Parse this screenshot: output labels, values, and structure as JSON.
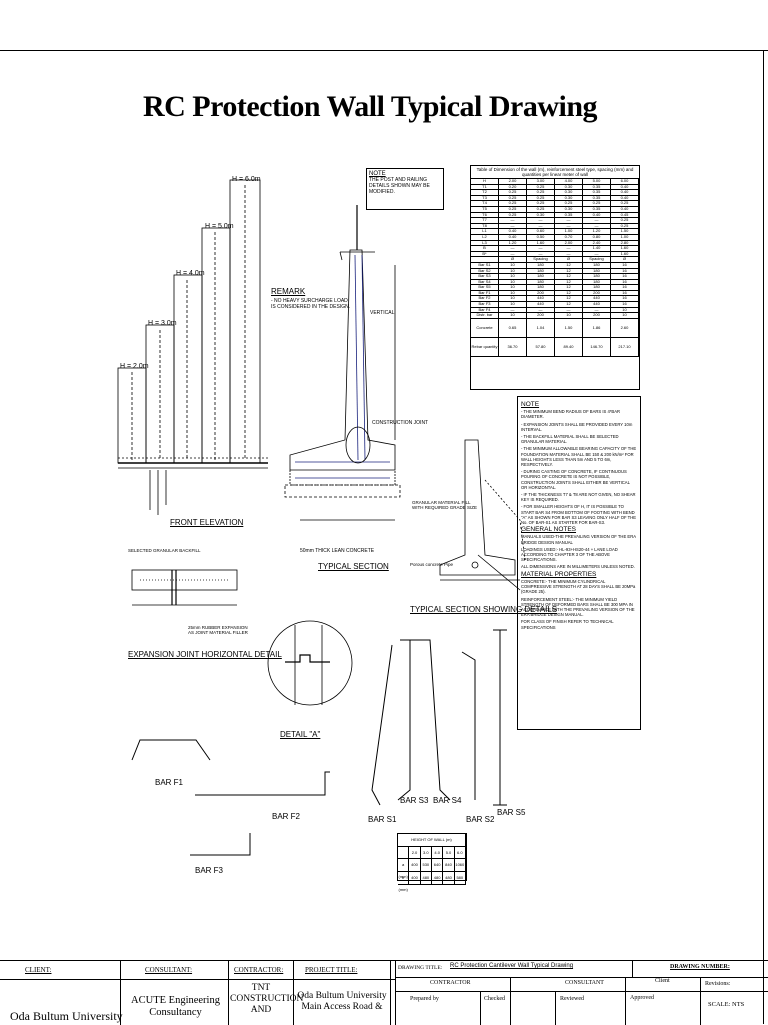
{
  "title": "RC Protection Wall Typical Drawing",
  "labels": {
    "front_elevation": "FRONT ELEVATION",
    "typical_section": "TYPICAL SECTION",
    "typical_section_details": "TYPICAL SECTION SHOWING DETAILS",
    "expansion_joint": "EXPANSION JOINT HORIZONTAL DETAIL",
    "detail_a": "DETAIL \"A\"",
    "bar_f1": "BAR F1",
    "bar_f2": "BAR F2",
    "bar_f3": "BAR F3",
    "bar_s1": "BAR S1",
    "bar_s2": "BAR S2",
    "bar_s3": "BAR S3",
    "bar_s4": "BAR S4",
    "bar_s5": "BAR S5",
    "remark": "REMARK",
    "remark_text": "- NO HEAVY SURCHARGE LOAD IS CONSIDERED IN THE DESIGN.",
    "vertical": "VERTICAL",
    "construction_joint": "CONSTRUCTION JOINT",
    "granular_fill": "GRANULAR MATERIAL FILL WITH REQUIRED GRADE SIZE",
    "lean_concrete": "50mm THICK LEAN CONCRETE",
    "porous_concrete": "Porous concrete Pipe",
    "selected_backfill": "SELECTED GRANULAR BACKFILL",
    "rubber_expansion": "25mm RUBBER EXPANSION AS JOINT MATERIAL FILLER"
  },
  "note": {
    "heading": "NOTE",
    "text": "THE POST AND RAILING DETAILS SHOWN MAY BE MODIFIED."
  },
  "heights": [
    "H = 2.0m",
    "H = 3.0m",
    "H = 4.0m",
    "H = 5.0m",
    "H = 6.0m"
  ],
  "dim_table": {
    "caption": "Table of Dimension of the wall (m), reinforcement steel type, spacing (mm) and quantities per linear meter of wall",
    "rows": [
      [
        "H",
        "2.00",
        "3.00",
        "4.00",
        "5.00",
        "6.00"
      ],
      [
        "T1",
        "0.20",
        "0.25",
        "0.30",
        "0.35",
        "0.40"
      ],
      [
        "T2",
        "0.25",
        "0.25",
        "0.30",
        "0.35",
        "0.40"
      ],
      [
        "T3",
        "0.25",
        "0.25",
        "0.30",
        "0.35",
        "0.40"
      ],
      [
        "T4",
        "0.25",
        "0.25",
        "0.25",
        "0.25",
        "0.25"
      ],
      [
        "T5",
        "0.25",
        "0.25",
        "0.30",
        "0.35",
        "0.40"
      ],
      [
        "T6",
        "0.25",
        "0.30",
        "0.35",
        "0.40",
        "0.45"
      ],
      [
        "T7",
        "—",
        "—",
        "—",
        "—",
        "0.25"
      ],
      [
        "T8",
        "—",
        "—",
        "—",
        "—",
        "0.25"
      ],
      [
        "L1",
        "0.40",
        "0.60",
        "1.00",
        "1.20",
        "1.50"
      ],
      [
        "L2",
        "0.40",
        "0.50",
        "0.70",
        "0.80",
        "1.00"
      ],
      [
        "L3",
        "1.20",
        "1.60",
        "2.00",
        "2.40",
        "2.80"
      ],
      [
        "B",
        "—",
        "—",
        "—",
        "1.40",
        "1.60"
      ],
      [
        "B*",
        "—",
        "—",
        "—",
        "—",
        "1.60"
      ],
      [
        "",
        "Ø",
        "Spacing",
        "Ø",
        "Spacing",
        "Ø"
      ],
      [
        "Bar S1",
        "10",
        "180",
        "12",
        "180",
        "16"
      ],
      [
        "Bar S2",
        "10",
        "180",
        "12",
        "180",
        "16"
      ],
      [
        "Bar S3",
        "10",
        "180",
        "12",
        "180",
        "16"
      ],
      [
        "Bar S4",
        "10",
        "180",
        "12",
        "180",
        "16"
      ],
      [
        "Bar S5",
        "10",
        "180",
        "12",
        "180",
        "16"
      ],
      [
        "Bar F1",
        "10",
        "200",
        "12",
        "200",
        "16"
      ],
      [
        "Bar F2",
        "10",
        "440",
        "12",
        "440",
        "16"
      ],
      [
        "Bar F3",
        "10",
        "440",
        "12",
        "440",
        "16"
      ],
      [
        "Bar F4",
        "—",
        "—",
        "—",
        "—",
        "10"
      ],
      [
        "Distr. bar",
        "10",
        "200",
        "10",
        "200",
        "10"
      ]
    ],
    "concrete": [
      "Concrete quantity (cum/m)",
      "0.65",
      "1.04",
      "1.50",
      "1.86",
      "2.60"
    ],
    "rebar": [
      "Rebar quantity (kg/m)",
      "36.70",
      "57.80",
      "89.40",
      "146.70",
      "217.10"
    ]
  },
  "notes_panel": {
    "heading": "NOTE",
    "items": [
      "- THE MINIMUM BEND RADIUS OF BARS IS 4*BAR DIAMETER.",
      "- EXPANSION JOINTS SHALL BE PROVIDED EVERY 10m INTERVAL.",
      "- THE BACKFILL MATERIAL SHALL BE SELECTED GRANULAR MATERIAL.",
      "- THE MINIMUM ALLOWABLE BEARING CAPACITY OF THE FOUNDATION MATERIAL SHALL BE 150 & 200 kN/m² FOR WALL HEIGHTS LESS THAN 5m AND 5 TO 6m, RESPECTIVELY.",
      "- DURING CASTING OF CONCRETE, IF CONTINUOUS POURING OF CONCRETE IS NOT POSSIBLE, CONSTRUCTION JOINTS SHALL EITHER BE VERTICAL OR HORIZONTAL.",
      "- IF THE THICKNESS T7 & T8 ARE NOT GIVEN, NO SHEAR KEY IS REQUIRED.",
      "- FOR SMALLER HEIGHTS OF H, IT IS POSSIBLE TO START BAR S4 FROM BOTTOM OF FOOTING WITH BEND \"A\" AS SHOWN FOR BAR S3 LEAVING ONLY HALF OF THE No. OF BAR-S1 AS STARTER FOR BAR-S3."
    ],
    "general_heading": "GENERAL NOTES",
    "general_items": [
      "MANUALS USED-THE PREVAILING VERSION OF THE ERA BRIDGE DESIGN MANUAL",
      "LOADINGS USED:- HL-93+HS20-44 + LANE LOAD ACCORDING TO CHAPTER 3 OF THE ABOVE SPECIFICATIONS.",
      "ALL DIMENSIONS ARE IN MILLIMETERS UNLESS NOTED."
    ],
    "material_heading": "MATERIAL PROPERTIES",
    "material_items": [
      "CONCRETE:- THE MINIMUM CYLINDRICAL COMPRESSIVE STRENGTH AT 28 DAYS SHALL BE 20MPa (GRADE 25).",
      "REINFORCEMENT STEEL:- THE MINIMUM YIELD STRENGTH OF DEFORMED BARS SHALL BE 300 MPA IN ACCORDANCE WITH THE PREVAILING VERSION OF THE ERA BRIDGE DESIGN MANUAL.",
      "FOR CLASS OF FINISH REFER TO TECHNICAL SPECIFICATIONS"
    ]
  },
  "bars_table": {
    "header": "HEIGHT OF WALL (m)",
    "rows": [
      [
        "",
        "2.0",
        "3.0",
        "4.0",
        "5.0",
        "6.0"
      ],
      [
        "a (mm)",
        "400",
        "530",
        "640",
        "840",
        "1060"
      ],
      [
        "b (mm)",
        "400",
        "480",
        "480",
        "480",
        "580"
      ]
    ]
  },
  "titleblock": {
    "client_label": "CLIENT:",
    "client": "Oda Bultum University",
    "consultant_label": "CONSULTANT:",
    "consultant": "ACUTE Engineering Consultancy",
    "contractor_label": "CONTRACTOR:",
    "contractor": "TNT CONSTRUCTION AND",
    "project_label": "PROJECT TITLE:",
    "project": "Oda Bultum University Main Access Road &",
    "drawing_title_label": "DRAWING TITLE:",
    "drawing_title": "RC Protection Cantilever Wall Typical Drawing",
    "drawing_number_label": "DRAWING NUMBER:",
    "contractor_col": "CONTRACTOR",
    "consultant_col": "CONSULTANT",
    "client_col": "Client",
    "revisions": "Revisions:",
    "prepared": "Prepared by",
    "checked": "Checked",
    "reviewed": "Reviewed",
    "approved": "Approved",
    "scale": "SCALE: NTS"
  }
}
